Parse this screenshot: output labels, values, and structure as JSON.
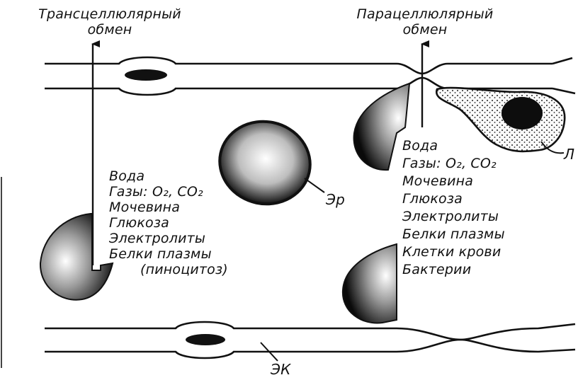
{
  "titles": {
    "transcellular": [
      "Трансцеллюлярный",
      "обмен"
    ],
    "paracellular": [
      "Парацеллюлярный",
      "обмен"
    ]
  },
  "left_list": [
    "Вода",
    "Газы: O₂, CO₂",
    "Мочевина",
    "Глюкоза",
    "Электролиты",
    "Белки плазмы",
    "(пиноцитоз)"
  ],
  "right_list": [
    "Вода",
    "Газы: O₂, CO₂",
    "Мочевина",
    "Глюкоза",
    "Электролиты",
    "Белки плазмы",
    "Клетки крови",
    "Бактерии"
  ],
  "labels": {
    "erythrocyte": "Эр",
    "leukocyte": "Л",
    "endothelium": "ЭК"
  }
}
